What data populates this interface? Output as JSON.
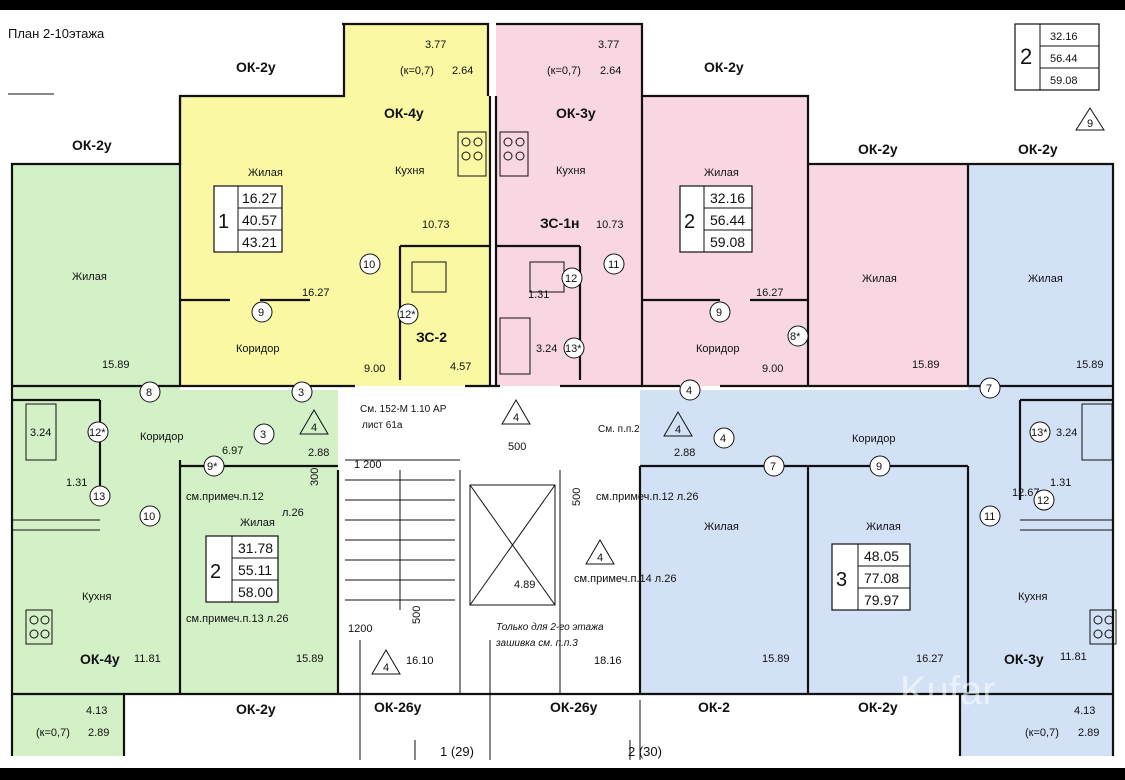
{
  "title": "План 2-10этажа",
  "legend": {
    "num": "2",
    "a": "32.16",
    "b": "56.44",
    "c": "59.08",
    "tri": "9"
  },
  "colors": {
    "yellow": "#fbf8a3",
    "pink": "#f8d7e2",
    "green": "#d3f0c6",
    "blue": "#d3e1f7",
    "white": "#ffffff"
  },
  "window_labels": {
    "ok2y": "ОК-2у",
    "ok4y": "ОК-4у",
    "ok3y": "ОК-3у",
    "ok26y": "ОК-26у",
    "ok2": "ОК-2"
  },
  "balcony": {
    "k": "(к=0,7)",
    "v377": "3.77",
    "v264": "2.64",
    "v413": "4.13",
    "v289": "2.89"
  },
  "rooms": {
    "zhilaya": "Жилая",
    "kukhnya": "Кухня",
    "koridor": "Коридор"
  },
  "apartments": {
    "a1": {
      "num": "1",
      "a": "16.27",
      "b": "40.57",
      "c": "43.21"
    },
    "a2r": {
      "num": "2",
      "a": "32.16",
      "b": "56.44",
      "c": "59.08"
    },
    "a2l": {
      "num": "2",
      "a": "31.78",
      "b": "55.11",
      "c": "58.00"
    },
    "a3": {
      "num": "3",
      "a": "48.05",
      "b": "77.08",
      "c": "79.97"
    }
  },
  "areas": {
    "a1073": "10.73",
    "a1627": "16.27",
    "a900": "9.00",
    "a457": "4.57",
    "a1589": "15.89",
    "a324": "3.24",
    "a131": "1.31",
    "a697": "6.97",
    "a288": "2.88",
    "a1181": "11.81",
    "a1610": "16.10",
    "a1816": "18.16",
    "a489": "4.89",
    "a1267": "12.67"
  },
  "marks": {
    "c9": "9",
    "c10": "10",
    "c12": "12",
    "c11": "11",
    "c13": "13",
    "c8": "8",
    "c7": "7",
    "c3": "3",
    "c4": "4",
    "c12s": "12*",
    "c13s": "13*",
    "c9s": "9*",
    "c8s": "8*",
    "t4": "4",
    "zs2": "ЗС-2",
    "zs1n": "ЗС-1н"
  },
  "notes": {
    "see152": "См. 152-М 1.10 АР",
    "list": "лист 61а",
    "see2": "См. п.п.2",
    "n1226a": "см.примеч.п.12",
    "n26": "л.26",
    "n1226b": "см.примеч.п.12 л.26",
    "n1326": "см.примеч.п.13 л.26",
    "n1426": "см.примеч.п.14 л.26",
    "only2a": "Только для 2-го этажа",
    "only2b": "зашивка см. п.п.3"
  },
  "dims": {
    "d1200": "1 200",
    "d1200b": "1200",
    "d500": "500",
    "d300": "300"
  },
  "axes": {
    "ax1": "1 (29)",
    "ax2": "2 (30)"
  },
  "watermark": "Kufar"
}
